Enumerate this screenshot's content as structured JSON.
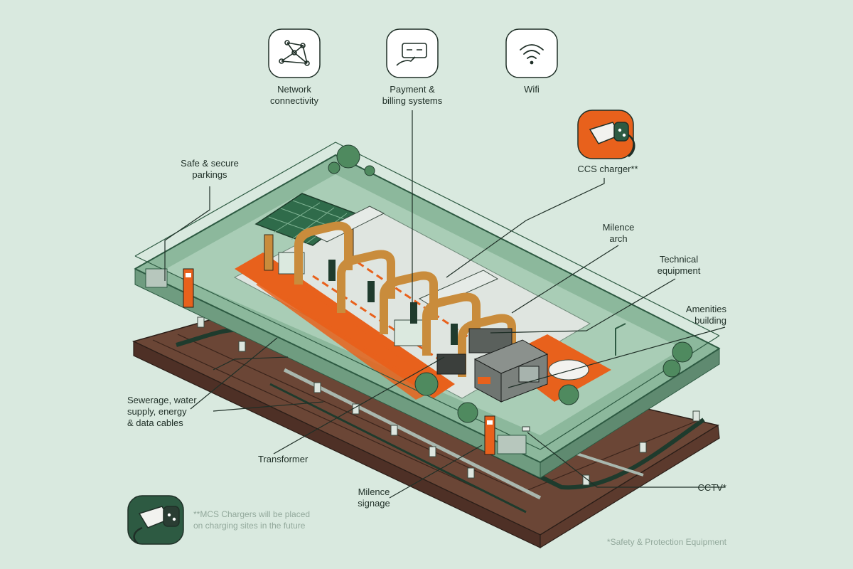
{
  "labels": {
    "network": "Network\nconnectivity",
    "payment": "Payment &\nbilling systems",
    "wifi": "Wifi",
    "ccs": "CCS charger**",
    "parking": "Safe & secure\nparkings",
    "arch": "Milence\narch",
    "technical": "Technical\nequipment",
    "amenities": "Amenities\nbuilding",
    "sewerage": "Sewerage, water\nsupply, energy\n& data cables",
    "transformer": "Transformer",
    "signage": "Milence\nsignage",
    "cctv": "CCTV*"
  },
  "notes": {
    "mcs": "**MCS Chargers will be placed\non charging sites in the future",
    "safety": "*Safety & Protection Equipment"
  },
  "icons": {
    "network": "network-nodes-icon",
    "payment": "card-payment-icon",
    "wifi": "wifi-icon",
    "ccs": "ccs-plug-icon",
    "mcs": "mcs-plug-icon"
  },
  "colors": {
    "background": "#d9e9df",
    "green_dark": "#2d5a42",
    "green_site": "#8cb89c",
    "green_lawn": "#a9cdb6",
    "orange": "#e8611c",
    "soil": "#6b4636",
    "wood": "#c98c3c"
  }
}
